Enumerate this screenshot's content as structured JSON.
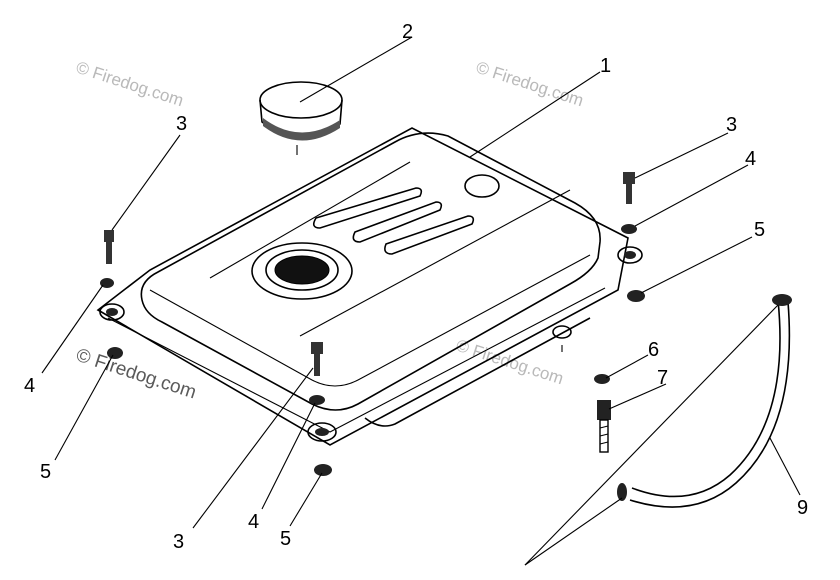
{
  "diagram": {
    "callouts": {
      "tank": "1",
      "cap": "2",
      "bolt_left": "3",
      "bolt_right": "3",
      "bolt_bottom": "3",
      "washer_left": "4",
      "washer_right": "4",
      "washer_bottom": "4",
      "nut_left": "5",
      "nut_right": "5",
      "nut_bottom": "5",
      "small_washer": "6",
      "drain_bolt": "7",
      "fuel_line": "9"
    },
    "watermarks": {
      "top_left": "© Firedog.com",
      "top_right": "© Firedog.com",
      "left_mid": "© Firedog.com",
      "center": "© Firedog.com"
    }
  }
}
